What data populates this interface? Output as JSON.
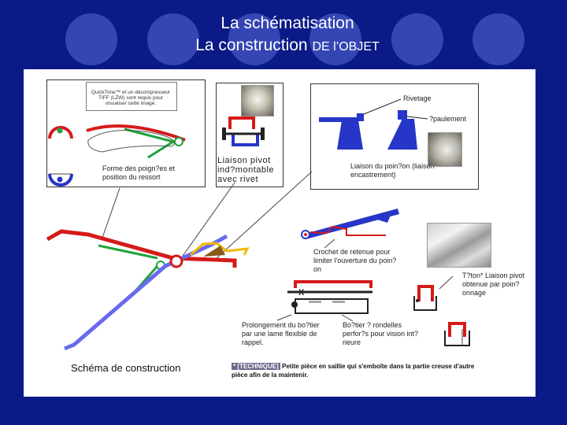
{
  "slide": {
    "title_line1": "La schématisation",
    "title_line2_main": "La construction",
    "title_line2_small": "DE l’OBJET"
  },
  "box_poignees": {
    "quicktime_note": "QuickTime™ et un décompresseur TIFF (LZW) sont requis pour visualiser cette image.",
    "label": "Forme des poign?es et position du ressort"
  },
  "box_pivot": {
    "label": "Liaison pivot ind?montable avec rivet"
  },
  "box_encastrement": {
    "label_rivetage": "Rivetage",
    "label_epaulement": "?paulement",
    "label": "Liaison du poin?on (liaison encastrement)"
  },
  "annotations": {
    "crochet": "Crochet de retenue pour limiter l'ouverture du poin?on",
    "prolongement": "Prolongement du bo?tier par une lame flexible de rappel.",
    "boitier": "Bo?tier ? rondelles perfor?s pour vision int?rieure",
    "teton": "T?ton* Liaison pivot obtenue par poin?onnage",
    "x_mark": "X"
  },
  "caption": "Schéma de construction",
  "footnote": {
    "tag": "* [TECHNIQUE]",
    "text": "Petite pièce en saillie qui s'emboîte dans la partie creuse d'autre pièce afin de la maintenir."
  },
  "colors": {
    "background": "#0b1a86",
    "circles": "#3546b4",
    "red": "#d51a1a",
    "green": "#1fa33a",
    "blue": "#2536c8",
    "slate": "#6a6aee",
    "yellow": "#f0b800"
  }
}
